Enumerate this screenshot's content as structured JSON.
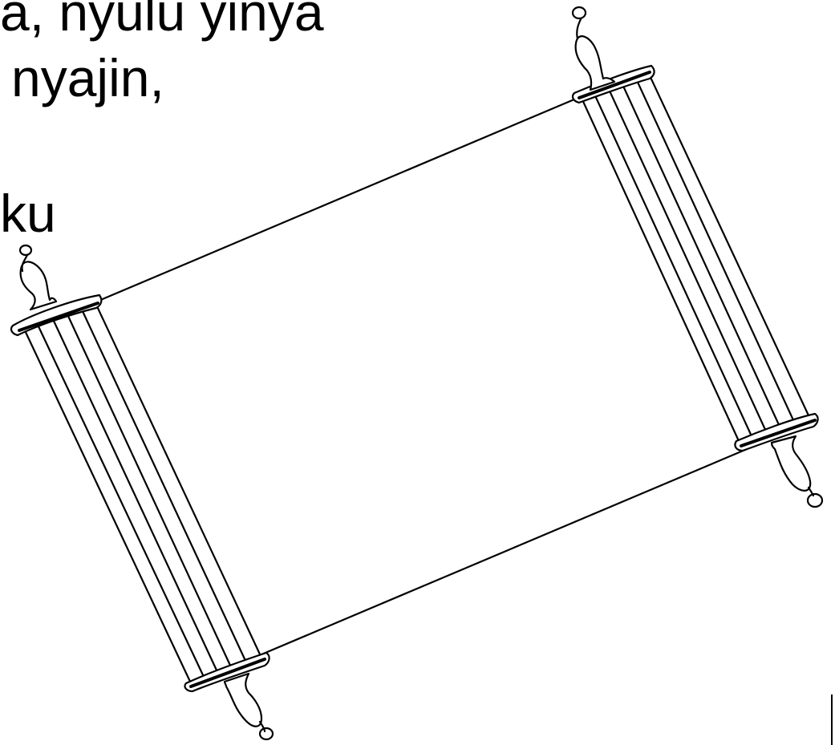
{
  "slide": {
    "text_lines": [
      "a, nyulu yinya",
      "nyajin,",
      "ku"
    ]
  },
  "illustration": {
    "icon": "scroll-icon",
    "stroke_color": "#000000",
    "fill_color": "#ffffff"
  }
}
